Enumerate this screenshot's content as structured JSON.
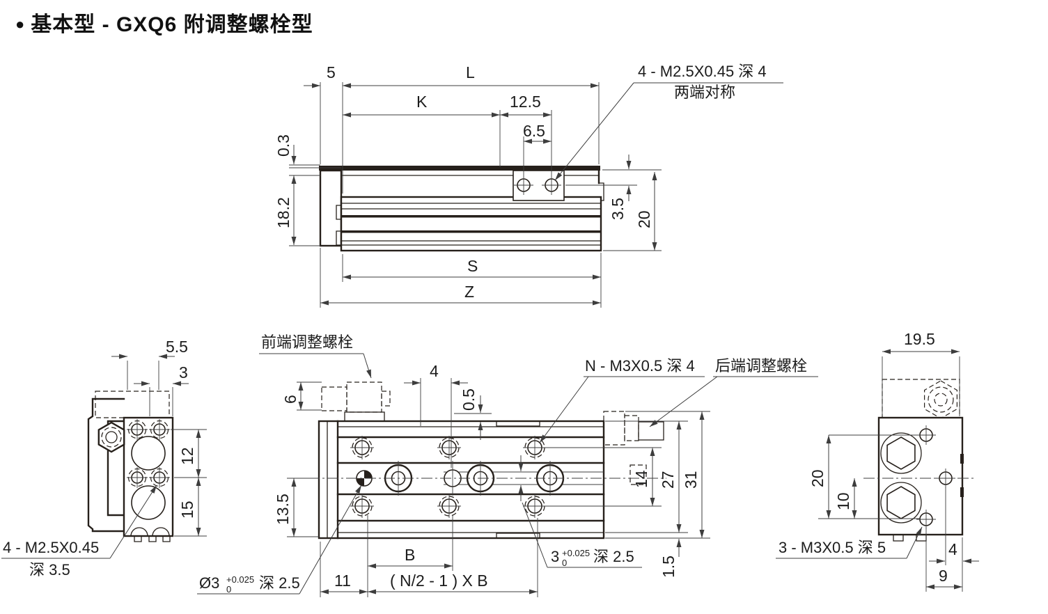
{
  "title": "基本型 - GXQ6 附调整螺栓型",
  "bullet": "●",
  "colors": {
    "line": "#26201b",
    "dimension": "#3d3d3d",
    "text": "#1c1c1c",
    "background": "#ffffff"
  },
  "side_view": {
    "dim_5": "5",
    "dim_L": "L",
    "dim_K": "K",
    "dim_12_5": "12.5",
    "dim_6_5": "6.5",
    "dim_0_3": "0.3",
    "dim_18_2": "18.2",
    "dim_3_5": "3.5",
    "dim_20": "20",
    "dim_S": "S",
    "dim_Z": "Z",
    "note_thread": "4 - M2.5X0.45 深 4",
    "note_sym": "两端对称"
  },
  "end_view_left": {
    "dim_5_5": "5.5",
    "dim_3": "3",
    "dim_12": "12",
    "dim_15": "15",
    "note_thread_1": "4 - M2.5X0.45",
    "note_thread_2": "深 3.5"
  },
  "top_view": {
    "note_front_bolt": "前端调整螺栓",
    "note_rear_bolt": "后端调整螺栓",
    "note_n_thread": "N - M3X0.5 深 4",
    "dim_6": "6",
    "dim_4": "4",
    "dim_0_5": "0.5",
    "dim_14": "14",
    "dim_27": "27",
    "dim_31": "31",
    "dim_1_5": "1.5",
    "dim_13_5": "13.5",
    "dim_B": "B",
    "dim_11": "11",
    "dim_pitch": "( N/2 - 1 ) X B",
    "note_slot_val": "3",
    "note_slot_tol_upper": "+0.025",
    "note_slot_tol_lower": "0",
    "note_slot_depth": "深 2.5",
    "note_bore_val": "Ø3",
    "note_bore_tol_upper": "+0.025",
    "note_bore_tol_lower": "0",
    "note_bore_depth": "深 2.5"
  },
  "end_view_right": {
    "dim_19_5": "19.5",
    "dim_20": "20",
    "dim_10": "10",
    "dim_4": "4",
    "dim_9": "9",
    "note_thread": "3 - M3X0.5 深 5"
  }
}
